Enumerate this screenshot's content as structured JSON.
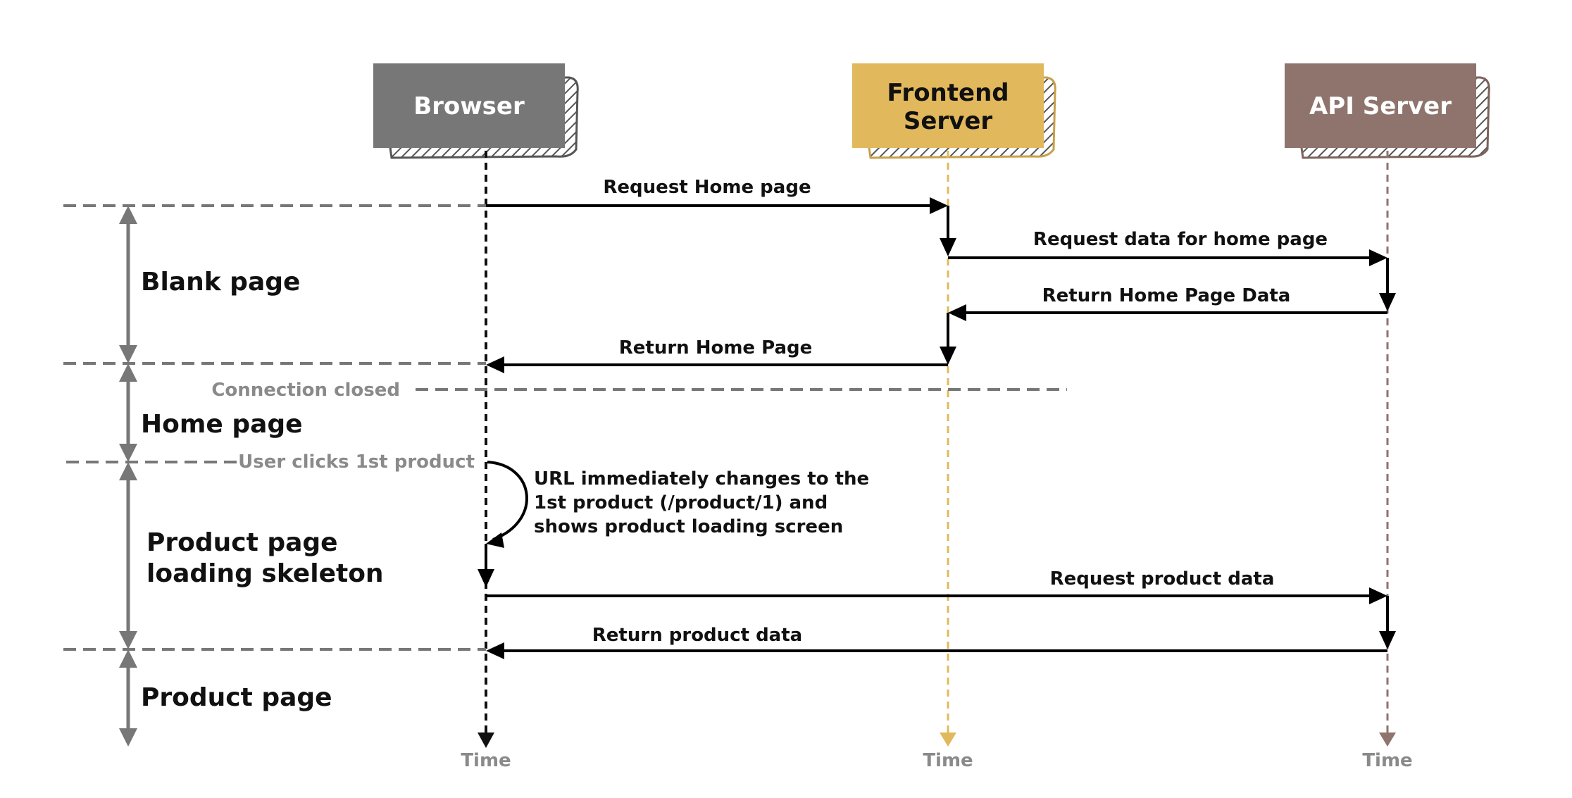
{
  "actors": {
    "browser": {
      "label": "Browser",
      "color": "#777777",
      "text_color": "#ffffff"
    },
    "frontend": {
      "label_line1": "Frontend",
      "label_line2": "Server",
      "color": "#e2b85c",
      "text_color": "#111111"
    },
    "api": {
      "label": "API Server",
      "color": "#8f736d",
      "text_color": "#ffffff"
    }
  },
  "messages": {
    "request_home_page": "Request Home page",
    "request_data_home": "Request data for home page",
    "return_home_data": "Return Home Page Data",
    "return_home_page": "Return Home Page",
    "request_product_data": "Request product data",
    "return_product_data": "Return product data"
  },
  "phases": {
    "blank_page": "Blank page",
    "home_page": "Home page",
    "product_loading_line1": "Product page",
    "product_loading_line2": "loading skeleton",
    "product_page": "Product page"
  },
  "events": {
    "connection_closed": "Connection closed",
    "user_clicks": "User clicks 1st product"
  },
  "note": {
    "line1": "URL immediately changes to the",
    "line2": "1st product (/product/1) and",
    "line3": "shows product loading screen"
  },
  "time_labels": {
    "browser": "Time",
    "frontend": "Time",
    "api": "Time"
  },
  "colors": {
    "arrow": "#000000",
    "phase_arrow": "#777777",
    "dashed_guide": "#777777",
    "browser_lifeline": "#111111",
    "frontend_lifeline": "#e2b85c",
    "api_lifeline": "#8f736d"
  }
}
